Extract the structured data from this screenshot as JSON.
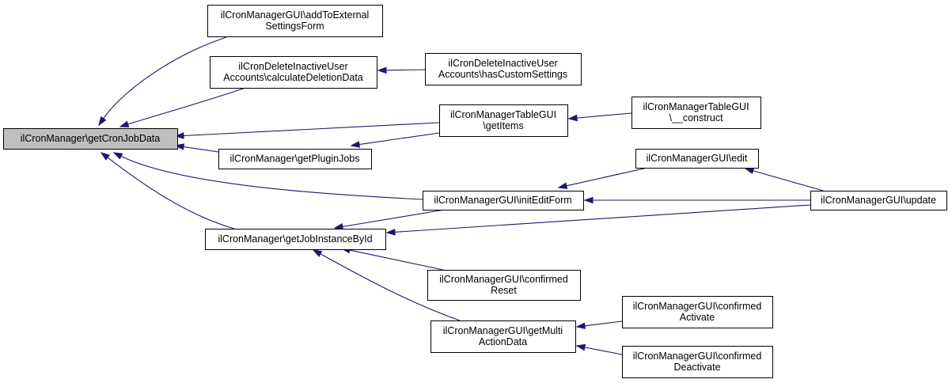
{
  "diagram": {
    "type": "doxygen-caller-graph",
    "colors": {
      "edge": "#191970",
      "root_fill": "#bfbfbf",
      "node_fill": "#ffffff",
      "border": "#000000"
    },
    "nodes": [
      {
        "id": "getCronJobData",
        "lines": [
          "ilCronManager\\getCronJobData"
        ],
        "root": true
      },
      {
        "id": "addToExternalSettingsForm",
        "lines": [
          "ilCronManagerGUI\\addToExternal",
          "SettingsForm"
        ]
      },
      {
        "id": "calculateDeletionData",
        "lines": [
          "ilCronDeleteInactiveUser",
          "Accounts\\calculateDeletionData"
        ]
      },
      {
        "id": "hasCustomSettings",
        "lines": [
          "ilCronDeleteInactiveUser",
          "Accounts\\hasCustomSettings"
        ]
      },
      {
        "id": "tableGetItems",
        "lines": [
          "ilCronManagerTableGUI",
          "\\getItems"
        ]
      },
      {
        "id": "tableConstruct",
        "lines": [
          "ilCronManagerTableGUI",
          "\\__construct"
        ]
      },
      {
        "id": "getPluginJobs",
        "lines": [
          "ilCronManager\\getPluginJobs"
        ]
      },
      {
        "id": "guiEdit",
        "lines": [
          "ilCronManagerGUI\\edit"
        ]
      },
      {
        "id": "initEditForm",
        "lines": [
          "ilCronManagerGUI\\initEditForm"
        ]
      },
      {
        "id": "guiUpdate",
        "lines": [
          "ilCronManagerGUI\\update"
        ]
      },
      {
        "id": "getJobInstanceById",
        "lines": [
          "ilCronManager\\getJobInstanceById"
        ]
      },
      {
        "id": "confirmedReset",
        "lines": [
          "ilCronManagerGUI\\confirmed",
          "Reset"
        ]
      },
      {
        "id": "getMultiActionData",
        "lines": [
          "ilCronManagerGUI\\getMulti",
          "ActionData"
        ]
      },
      {
        "id": "confirmedActivate",
        "lines": [
          "ilCronManagerGUI\\confirmed",
          "Activate"
        ]
      },
      {
        "id": "confirmedDeactivate",
        "lines": [
          "ilCronManagerGUI\\confirmed",
          "Deactivate"
        ]
      }
    ],
    "edges": [
      {
        "from": "addToExternalSettingsForm",
        "to": "getCronJobData"
      },
      {
        "from": "calculateDeletionData",
        "to": "getCronJobData"
      },
      {
        "from": "hasCustomSettings",
        "to": "calculateDeletionData"
      },
      {
        "from": "tableGetItems",
        "to": "getCronJobData"
      },
      {
        "from": "tableConstruct",
        "to": "tableGetItems"
      },
      {
        "from": "getPluginJobs",
        "to": "getCronJobData"
      },
      {
        "from": "tableGetItems",
        "to": "getPluginJobs"
      },
      {
        "from": "initEditForm",
        "to": "getCronJobData"
      },
      {
        "from": "getJobInstanceById",
        "to": "getCronJobData"
      },
      {
        "from": "guiEdit",
        "to": "initEditForm"
      },
      {
        "from": "guiUpdate",
        "to": "initEditForm"
      },
      {
        "from": "guiUpdate",
        "to": "guiEdit"
      },
      {
        "from": "initEditForm",
        "to": "getJobInstanceById"
      },
      {
        "from": "guiUpdate",
        "to": "getJobInstanceById"
      },
      {
        "from": "confirmedReset",
        "to": "getJobInstanceById"
      },
      {
        "from": "getMultiActionData",
        "to": "getJobInstanceById"
      },
      {
        "from": "confirmedActivate",
        "to": "getMultiActionData"
      },
      {
        "from": "confirmedDeactivate",
        "to": "getMultiActionData"
      }
    ]
  }
}
